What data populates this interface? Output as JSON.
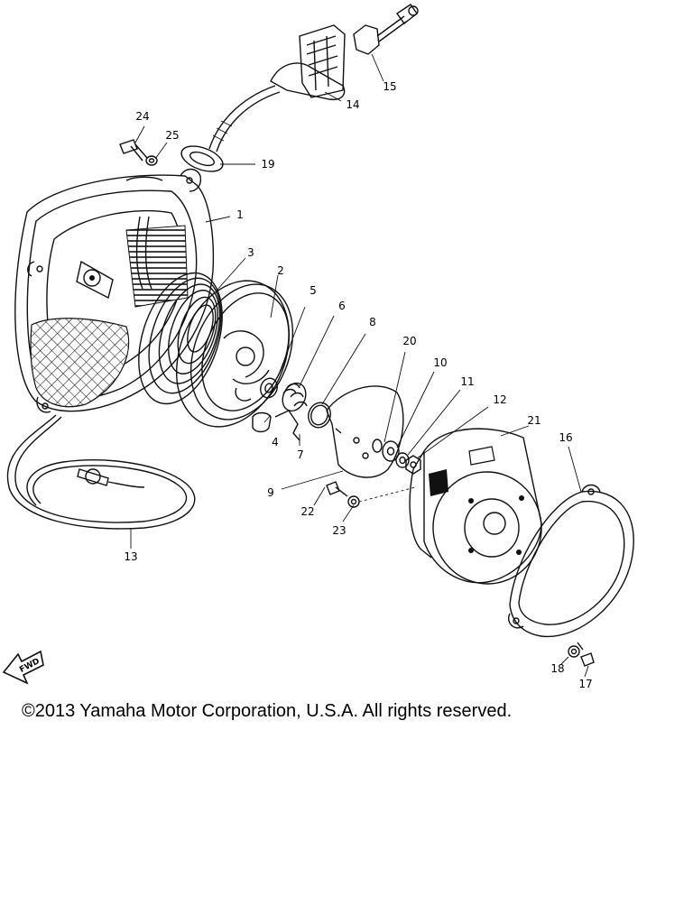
{
  "diagram": {
    "part_numbers": [
      "1",
      "2",
      "3",
      "4",
      "5",
      "6",
      "7",
      "8",
      "9",
      "10",
      "11",
      "12",
      "13",
      "14",
      "15",
      "16",
      "17",
      "18",
      "19",
      "20",
      "21",
      "22",
      "23",
      "24",
      "25"
    ],
    "direction_marker": "FWD"
  },
  "footer": {
    "copyright": "©2013 Yamaha Motor Corporation, U.S.A. All rights reserved."
  }
}
